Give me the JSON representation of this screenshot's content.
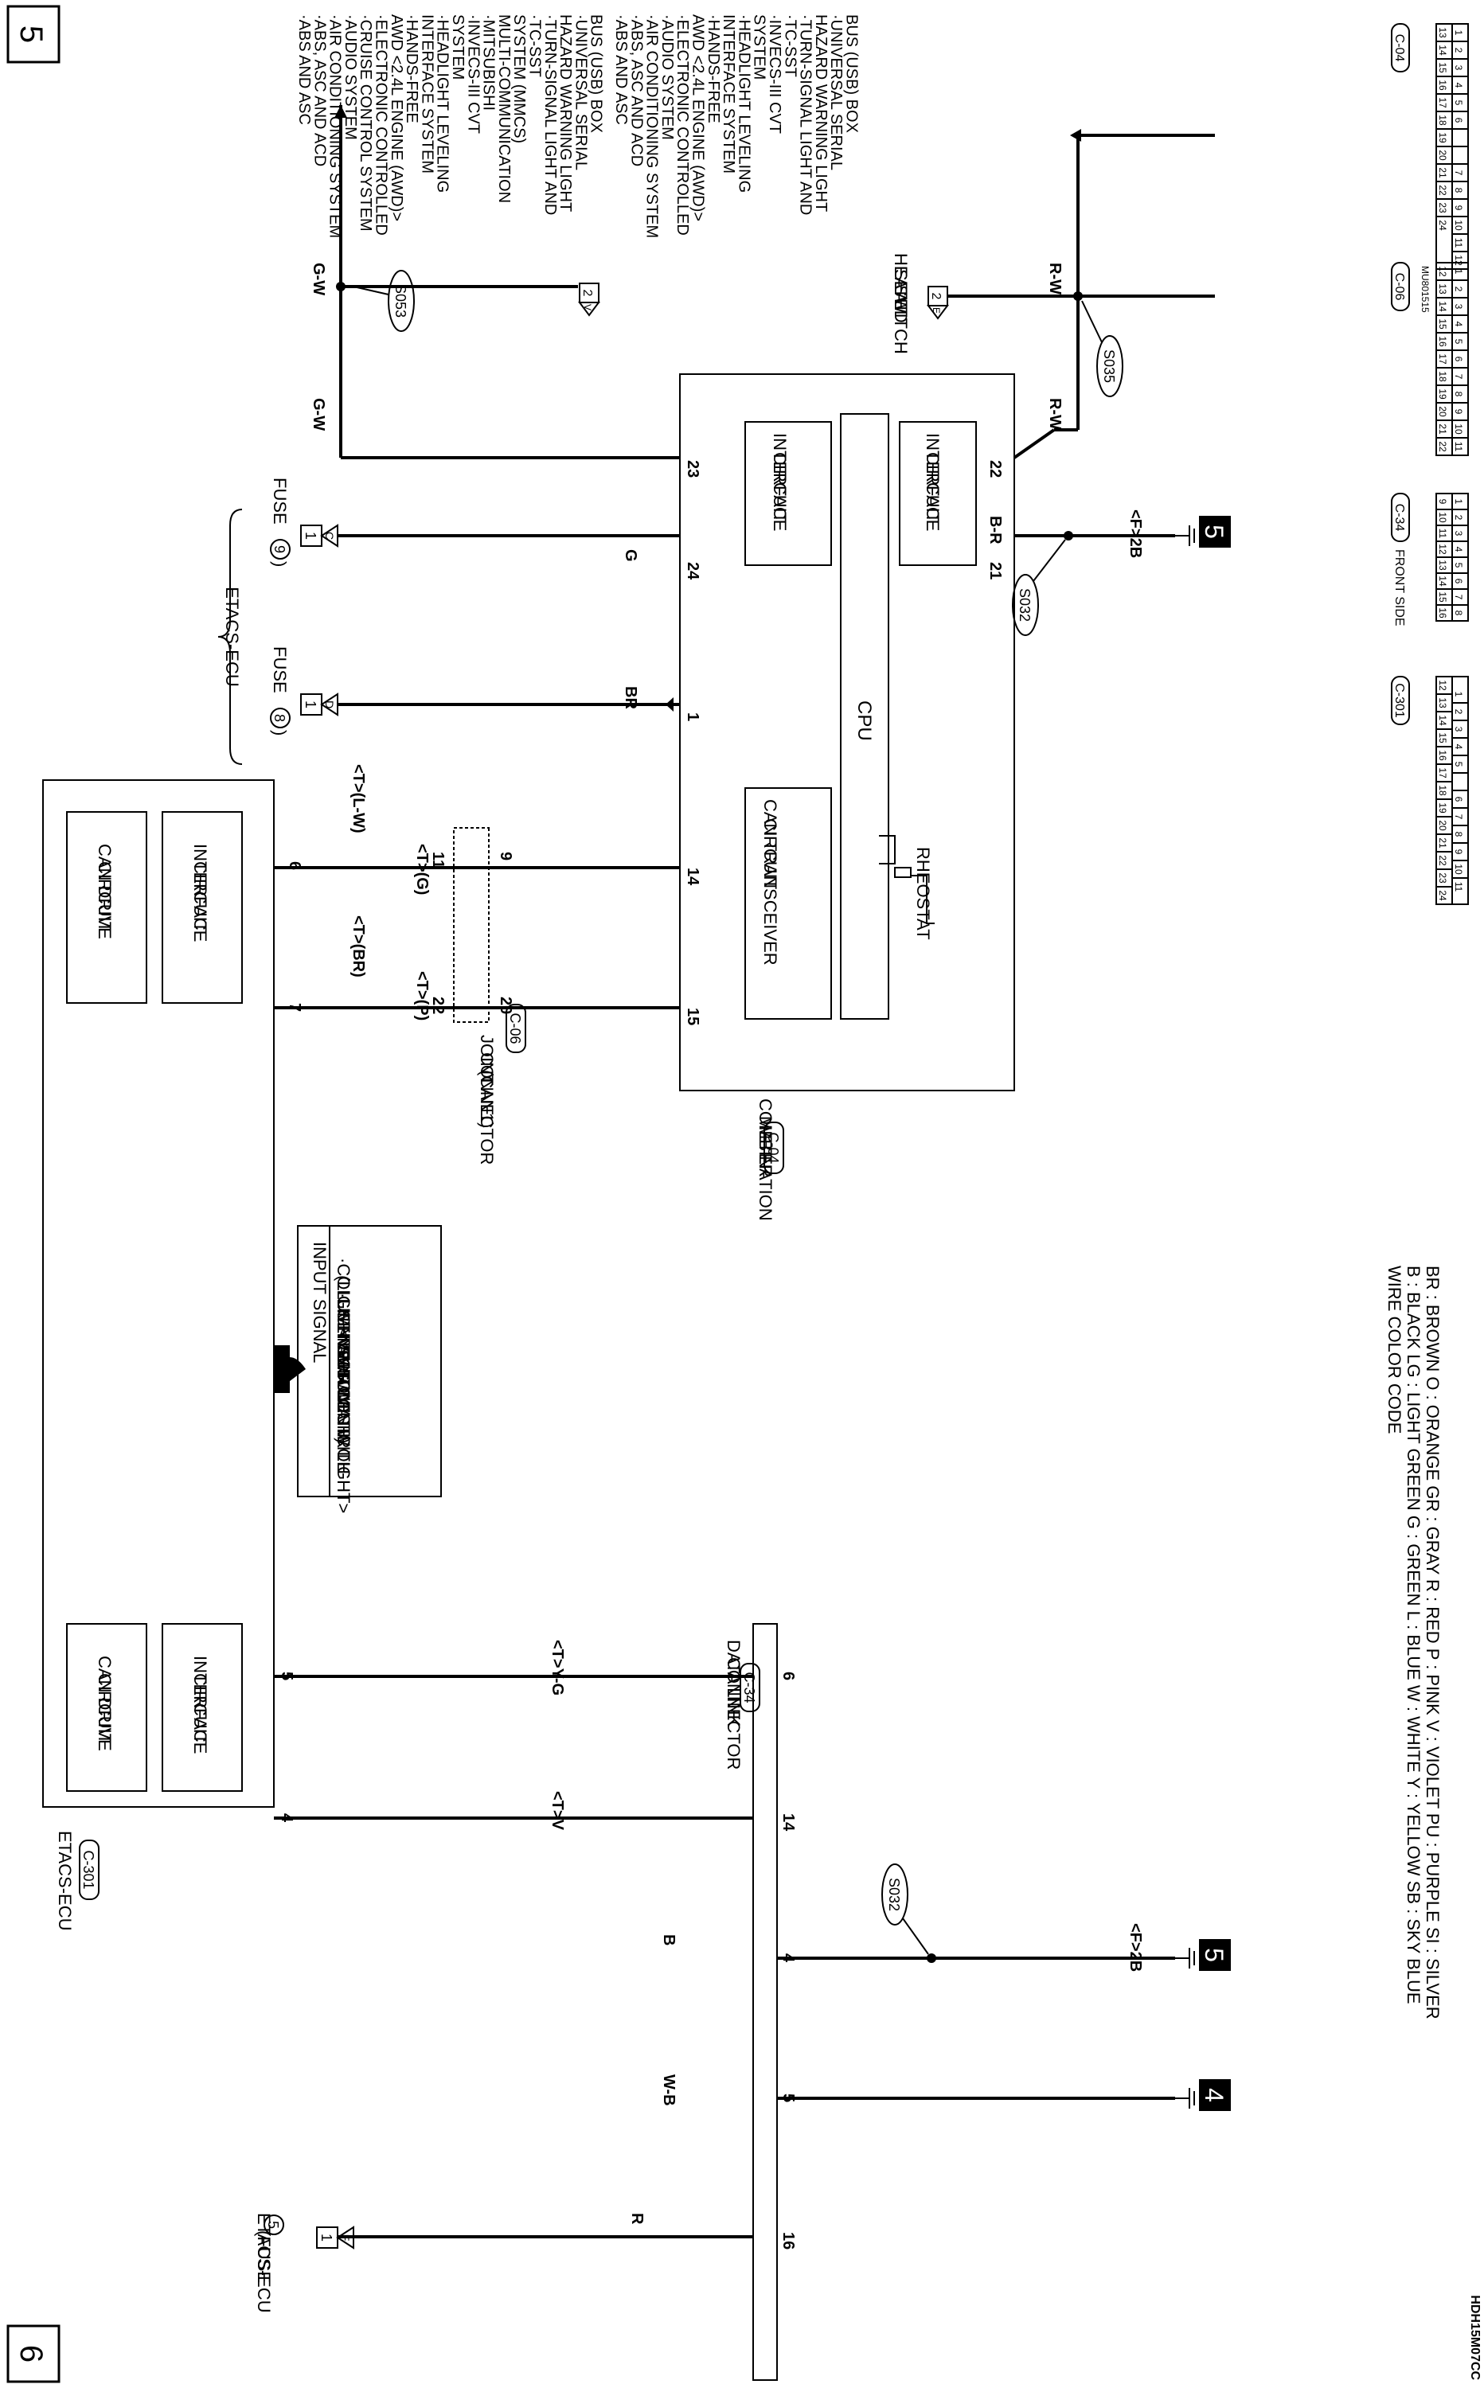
{
  "page": {
    "marker_top": "5",
    "marker_bottom": "6",
    "diagram_code": "HDH15M07CC"
  },
  "etacs_top": {
    "title": "ETACS-ECU",
    "fuse9": "FUSE",
    "fuse9_num": "9",
    "fuse8": "FUSE",
    "fuse8_num": "8",
    "pin_c": "C",
    "pin_d": "D",
    "conn_c": "1",
    "conn_d": "1"
  },
  "etacs_main": {
    "title": "ETACS-ECU",
    "connector": "C-301",
    "box1_a": "CAN DRIVE",
    "box1_b": "CIRCUIT",
    "box2_a": "INTERFACE",
    "box2_b": "CIRCUIT",
    "box3_a": "CAN DRIVE",
    "box3_b": "CIRCUIT",
    "box4_a": "INTERFACE",
    "box4_b": "CIRCUIT",
    "pin6": "6",
    "pin7": "7",
    "pin5": "5",
    "pin4": "4"
  },
  "joint": {
    "l1": "JOINT",
    "l2": "CONNECTOR",
    "l3": "(CAN1)",
    "conn": "C-06",
    "p11": "11",
    "p22": "22",
    "p9": "9",
    "p20": "20"
  },
  "can_labels": {
    "hi_top": "<T>(L-W)",
    "lo_top": "<T>(BR)",
    "hi_bot": "<T>(G)",
    "lo_bot": "<T>(P)",
    "dlc_hi": "<T>Y-G",
    "dlc_lo": "<T>V"
  },
  "meter": {
    "l1": "COMBINATION",
    "l2": "METER",
    "conn": "C-04",
    "cpu": "CPU",
    "ifc1_a": "INTERFACE",
    "ifc1_b": "CIRCUIT",
    "ifc2_a": "INTERFACE",
    "ifc2_b": "CIRCUIT",
    "can_a": "CAN TRANSCEIVER",
    "can_b": "CIRCUIT",
    "rheostat": "RHEOSTAT",
    "p23": "23",
    "p24": "24",
    "p1": "1",
    "p14": "14",
    "p15": "15",
    "p22": "22",
    "p21": "21"
  },
  "wires": {
    "gw_top": "G-W",
    "gw_bot": "G-W",
    "g": "G",
    "br": "BR",
    "rw_top": "R-W",
    "rw_bot": "R-W",
    "br2": "B-R",
    "b": "B",
    "wb": "W-B",
    "r": "R"
  },
  "splices": {
    "s053": "S053",
    "s035": "S035",
    "s032a": "S032",
    "s032b": "S032"
  },
  "heated_seat": {
    "l1": "HEATED",
    "l2": "SEAT",
    "l3": "SWITCH",
    "pin": "2",
    "conn": "E"
  },
  "gw_conn": {
    "pin": "2",
    "conn": "V"
  },
  "grounds": {
    "g1": "<F>2B",
    "g2": "<F>2B",
    "n5a": "5",
    "n5b": "5",
    "n4": "4"
  },
  "input": {
    "l1": "INPUT SIGNAL",
    "l2": "·COLUMN SWITCH",
    "l3": "(LIGHTING SWITCH)",
    "l4": "·LIGHTING CONTROL",
    "l5": "SENSOR",
    "l6": "<VEHICLES WITH",
    "l7": "AUTOMATIC LIGHT>"
  },
  "dlc": {
    "l1": "DATA LINK",
    "l2": "CONNECTOR",
    "conn": "C-34",
    "p6": "6",
    "p14": "14",
    "p4": "4",
    "p5": "5",
    "p16": "16"
  },
  "etacs_bottom": {
    "l1": "ETACS-ECU",
    "l2": "(FUSE",
    "num": "5",
    "pin": "1",
    "conn": "F"
  },
  "list_gw": [
    "·ABS AND ASC",
    "·ABS, ASC AND ACD",
    "·AIR CONDITIONING SYSTEM",
    "·AUDIO SYSTEM",
    "·CRUISE CONTROL SYSTEM",
    "·ELECTRONIC CONTROLLED",
    "AWD <2.4L ENGINE (AWD)>",
    "·HANDS-FREE",
    "INTERFACE SYSTEM",
    "·HEADLIGHT LEVELING",
    "SYSTEM",
    "·INVECS-III CVT",
    "·MITSUBISHI",
    "MULTI-COMMUNICATION",
    "SYSTEM (MMCS)",
    "·TC-SST",
    "·TURN-SIGNAL LIGHT AND",
    "HAZARD WARNING LIGHT",
    "·UNIVERSAL SERIAL",
    "BUS (USB) BOX"
  ],
  "list_rw": [
    "·ABS AND ASC",
    "·ABS, ASC AND ACD",
    "·AIR CONDITIONING SYSTEM",
    "·AUDIO SYSTEM",
    "·ELECTRONIC CONTROLLED",
    "AWD <2.4L ENGINE (AWD)>",
    "·HANDS-FREE",
    "INTERFACE SYSTEM",
    "·HEADLIGHT LEVELING",
    "SYSTEM",
    "·INVECS-III CVT",
    "·TC-SST",
    "·TURN-SIGNAL LIGHT AND",
    "HAZARD WARNING LIGHT",
    "·UNIVERSAL SERIAL",
    "BUS (USB) BOX"
  ],
  "legend": {
    "title": "WIRE COLOR CODE",
    "row1": "B : BLACK   LG : LIGHT GREEN   G : GREEN   L : BLUE   W : WHITE   Y : YELLOW   SB : SKY BLUE",
    "row2": "BR : BROWN   O : ORANGE   GR : GRAY   R : RED   P : PINK   V : VIOLET   PU : PURPLE   SI : SILVER"
  },
  "connectors": {
    "c04": {
      "label": "C-04",
      "row1": [
        "1",
        "2",
        "3",
        "4",
        "5",
        "6",
        "",
        "",
        "7",
        "8",
        "9",
        "10",
        "11",
        "12"
      ],
      "row2": [
        "13",
        "14",
        "15",
        "16",
        "17",
        "18",
        "19",
        "20",
        "21",
        "22",
        "23",
        "24"
      ]
    },
    "c06": {
      "label": "C-06",
      "code": "MU801515",
      "row1": [
        "1",
        "2",
        "3",
        "4",
        "5",
        "6",
        "7",
        "8",
        "9",
        "10",
        "11"
      ],
      "row2": [
        "12",
        "13",
        "14",
        "15",
        "16",
        "17",
        "18",
        "19",
        "20",
        "21",
        "22"
      ]
    },
    "c34": {
      "label": "C-34",
      "side": "FRONT SIDE",
      "row1": [
        "1",
        "2",
        "3",
        "4",
        "5",
        "6",
        "7",
        "8"
      ],
      "row2": [
        "9",
        "10",
        "11",
        "12",
        "13",
        "14",
        "15",
        "16"
      ]
    },
    "c301": {
      "label": "C-301",
      "row1": [
        "1",
        "2",
        "3",
        "4",
        "5",
        "",
        "6",
        "7",
        "8",
        "9",
        "10",
        "11"
      ],
      "row2": [
        "12",
        "13",
        "14",
        "15",
        "16",
        "17",
        "18",
        "19",
        "20",
        "21",
        "22",
        "23",
        "24"
      ]
    }
  }
}
